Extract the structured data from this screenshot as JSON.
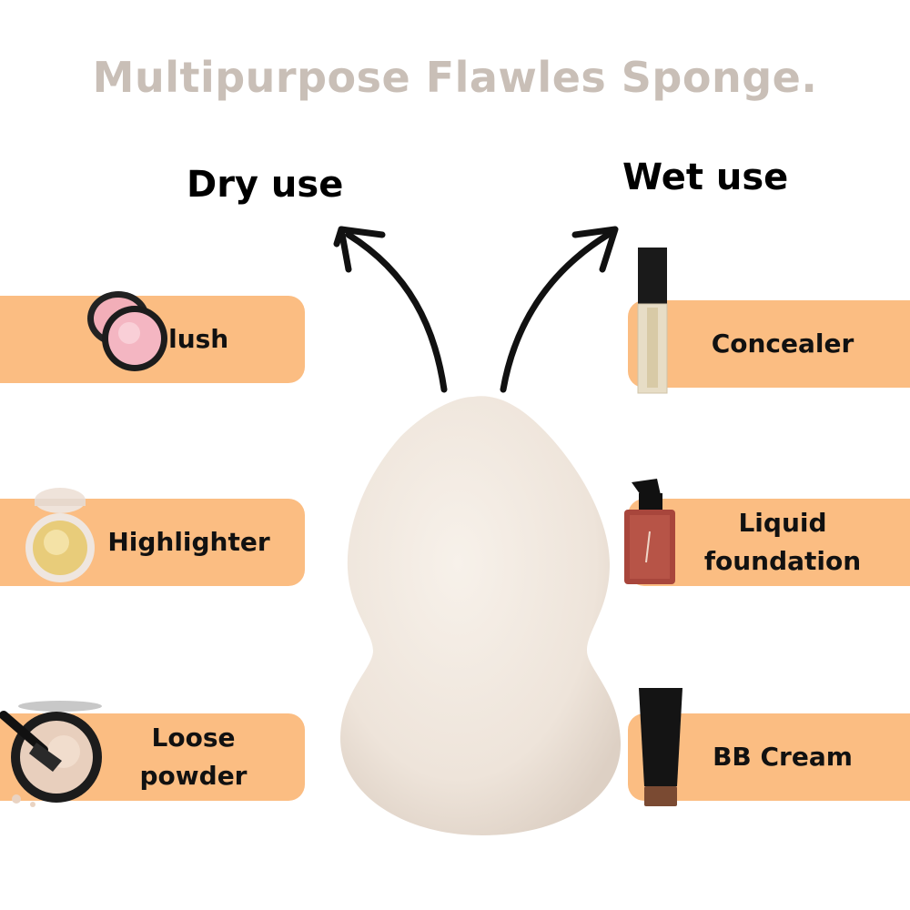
{
  "title": "Multipurpose Flawles Sponge.",
  "dry": {
    "heading": "Dry use",
    "items": [
      {
        "lines": [
          "Blush"
        ],
        "icon": "blush-compact-icon"
      },
      {
        "lines": [
          "Highlighter"
        ],
        "icon": "highlighter-compact-icon"
      },
      {
        "lines": [
          "Loose",
          "powder"
        ],
        "icon": "loose-powder-icon"
      }
    ]
  },
  "wet": {
    "heading": "Wet use",
    "items": [
      {
        "lines": [
          "Concealer"
        ],
        "icon": "concealer-tube-icon"
      },
      {
        "lines": [
          "Liquid",
          "foundation"
        ],
        "icon": "foundation-bottle-icon"
      },
      {
        "lines": [
          "BB Cream"
        ],
        "icon": "bb-cream-tube-icon"
      }
    ]
  },
  "colors": {
    "band": "#fbbd82",
    "title": "#c9bfb7",
    "sponge": "#f3ebe3"
  }
}
